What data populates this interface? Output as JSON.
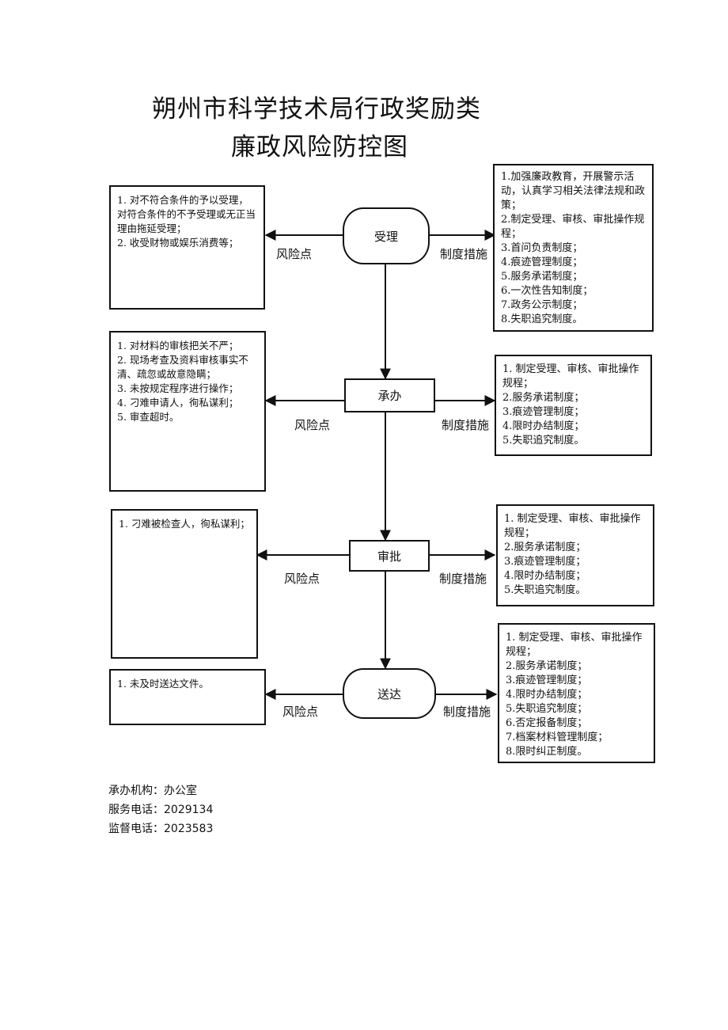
{
  "title": {
    "line1": "朔州市科学技术局行政奖励类",
    "line2": "廉政风险防控图"
  },
  "steps": [
    {
      "name": "受理",
      "risk": "1. 对不符合条件的予以受理，对符合条件的不予受理或无正当理由拖延受理；\n2. 收受财物或娱乐消费等；",
      "measures": "1.加强廉政教育，开展警示活动，认真学习相关法律法规和政策；\n2.制定受理、审核、审批操作规程；\n3.首问负责制度；\n4.痕迹管理制度；\n5.服务承诺制度；\n6.一次性告知制度；\n7.政务公示制度；\n8.失职追究制度。"
    },
    {
      "name": "承办",
      "risk": "1. 对材料的审核把关不严；\n2. 现场考查及资料审核事实不清、疏忽或故意隐瞒；\n3. 未按规定程序进行操作；\n4. 刁难申请人，徇私谋利；\n5. 审查超时。",
      "measures": "1. 制定受理、审核、审批操作规程；\n2.服务承诺制度；\n3.痕迹管理制度；\n4.限时办结制度；\n5.失职追究制度。"
    },
    {
      "name": "审批",
      "risk": "1. 刁难被检查人，徇私谋利；",
      "measures": "1. 制定受理、审核、审批操作规程；\n2.服务承诺制度；\n3.痕迹管理制度；\n4.限时办结制度；\n5.失职追究制度。"
    },
    {
      "name": "送达",
      "risk": "1. 未及时送达文件。",
      "measures": "1. 制定受理、审核、审批操作规程；\n2.服务承诺制度；\n3.痕迹管理制度；\n4.限时办结制度；\n5.失职追究制度；\n6.否定报备制度；\n7.档案材料管理制度；\n8.限时纠正制度。"
    }
  ],
  "labels": {
    "risk": "风险点",
    "measure": "制度措施"
  },
  "footer": {
    "org_label": "承办机构：",
    "org": "办公室",
    "service_label": "服务电话：",
    "service": "2029134",
    "supervise_label": "监督电话：",
    "supervise": "2023583"
  }
}
